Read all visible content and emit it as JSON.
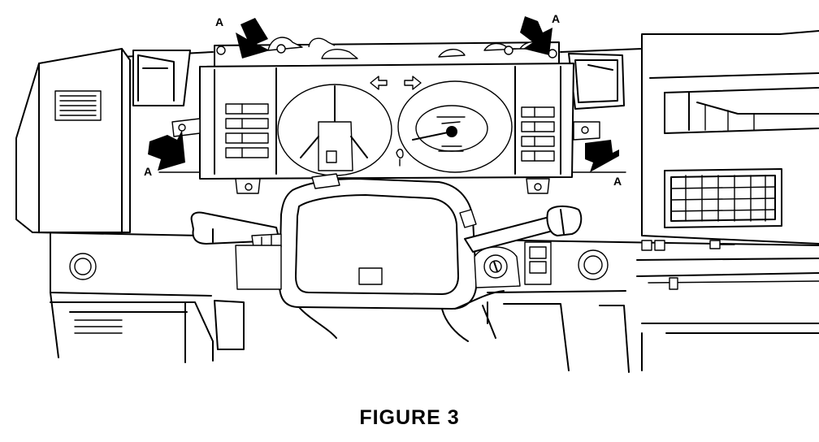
{
  "callouts": [
    {
      "label": "A"
    },
    {
      "label": "A"
    },
    {
      "label": "A"
    },
    {
      "label": "A"
    }
  ],
  "caption": "FIGURE 3"
}
